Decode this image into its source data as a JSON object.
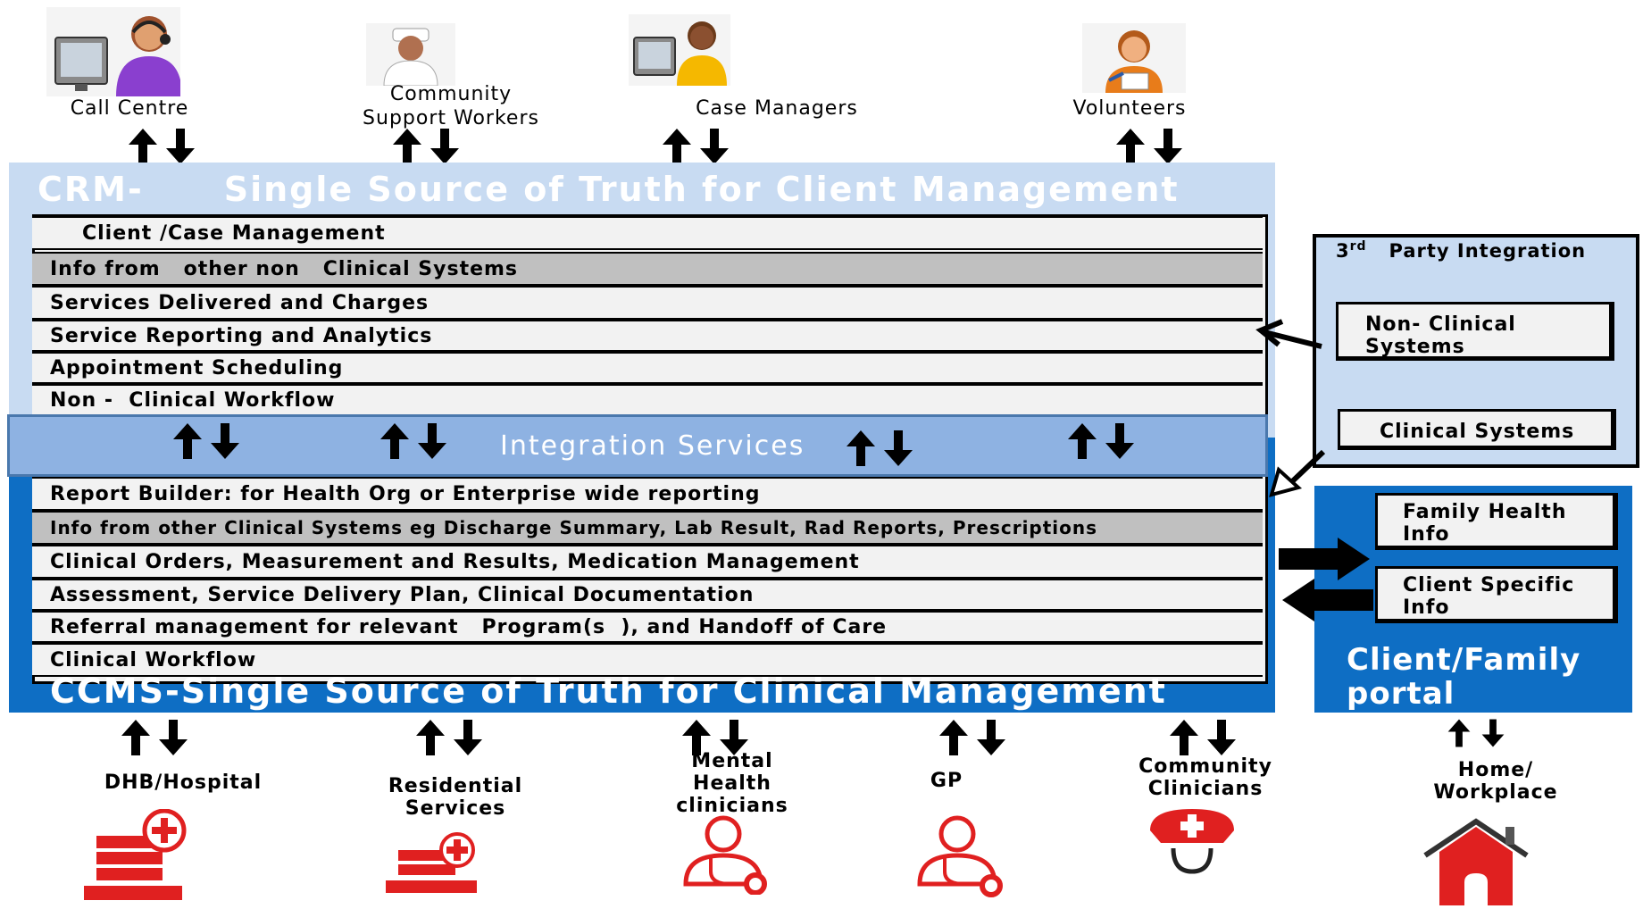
{
  "actors_top": [
    {
      "label": "Call Centre",
      "icon": "call-centre-agent-icon"
    },
    {
      "label": "Community\nSupport Workers",
      "icon": "nurse-icon"
    },
    {
      "label": "Case Managers",
      "icon": "case-manager-icon"
    },
    {
      "label": "Volunteers",
      "icon": "volunteer-icon"
    }
  ],
  "crm": {
    "title_prefix": "CRM-",
    "title_main": "Single Source of Truth for Client Management",
    "rows": [
      "Client /Case Management",
      "Info from   other non   Clinical Systems",
      "Services Delivered and Charges",
      "Service Reporting and Analytics",
      "Appointment Scheduling",
      "Non -  Clinical Workflow"
    ]
  },
  "integration": {
    "label": "Integration Services"
  },
  "ccms": {
    "title": "CCMS-Single Source of Truth for Clinical Management",
    "rows": [
      "Report Builder: for Health Org or Enterprise wide reporting",
      "Info from other Clinical Systems eg Discharge Summary, Lab Result, Rad Reports, Prescriptions",
      "Clinical Orders, Measurement and Results, Medication Management",
      "Assessment, Service Delivery Plan, Clinical Documentation",
      "Referral management for relevant   Program(s  ), and Handoff of Care",
      "Clinical Workflow"
    ]
  },
  "third_party": {
    "title_num": "3",
    "title_sup": "rd",
    "title_rest": "Party Integration",
    "non_clinical": "Non- Clinical\nSystems",
    "clinical": "Clinical Systems"
  },
  "portal": {
    "family_health": "Family Health\nInfo",
    "client_specific": "Client Specific\nInfo",
    "title": "Client/Family\nportal"
  },
  "actors_bottom": [
    {
      "label": "DHB/Hospital",
      "icon": "hospital-icon"
    },
    {
      "label": "Residential\nServices",
      "icon": "residential-icon"
    },
    {
      "label": "Mental\nHealth\nclinicians",
      "icon": "clinician-icon"
    },
    {
      "label": "GP",
      "icon": "doctor-icon"
    },
    {
      "label": "Community\nClinicians",
      "icon": "nurse-cap-icon"
    },
    {
      "label": "Home/\nWorkplace",
      "icon": "home-icon"
    }
  ],
  "colors": {
    "crm_bg": "#c8dbf2",
    "ccms_bg": "#0e6ec4",
    "integration_bg": "#8eb2e2",
    "icon_red": "#e02020"
  }
}
